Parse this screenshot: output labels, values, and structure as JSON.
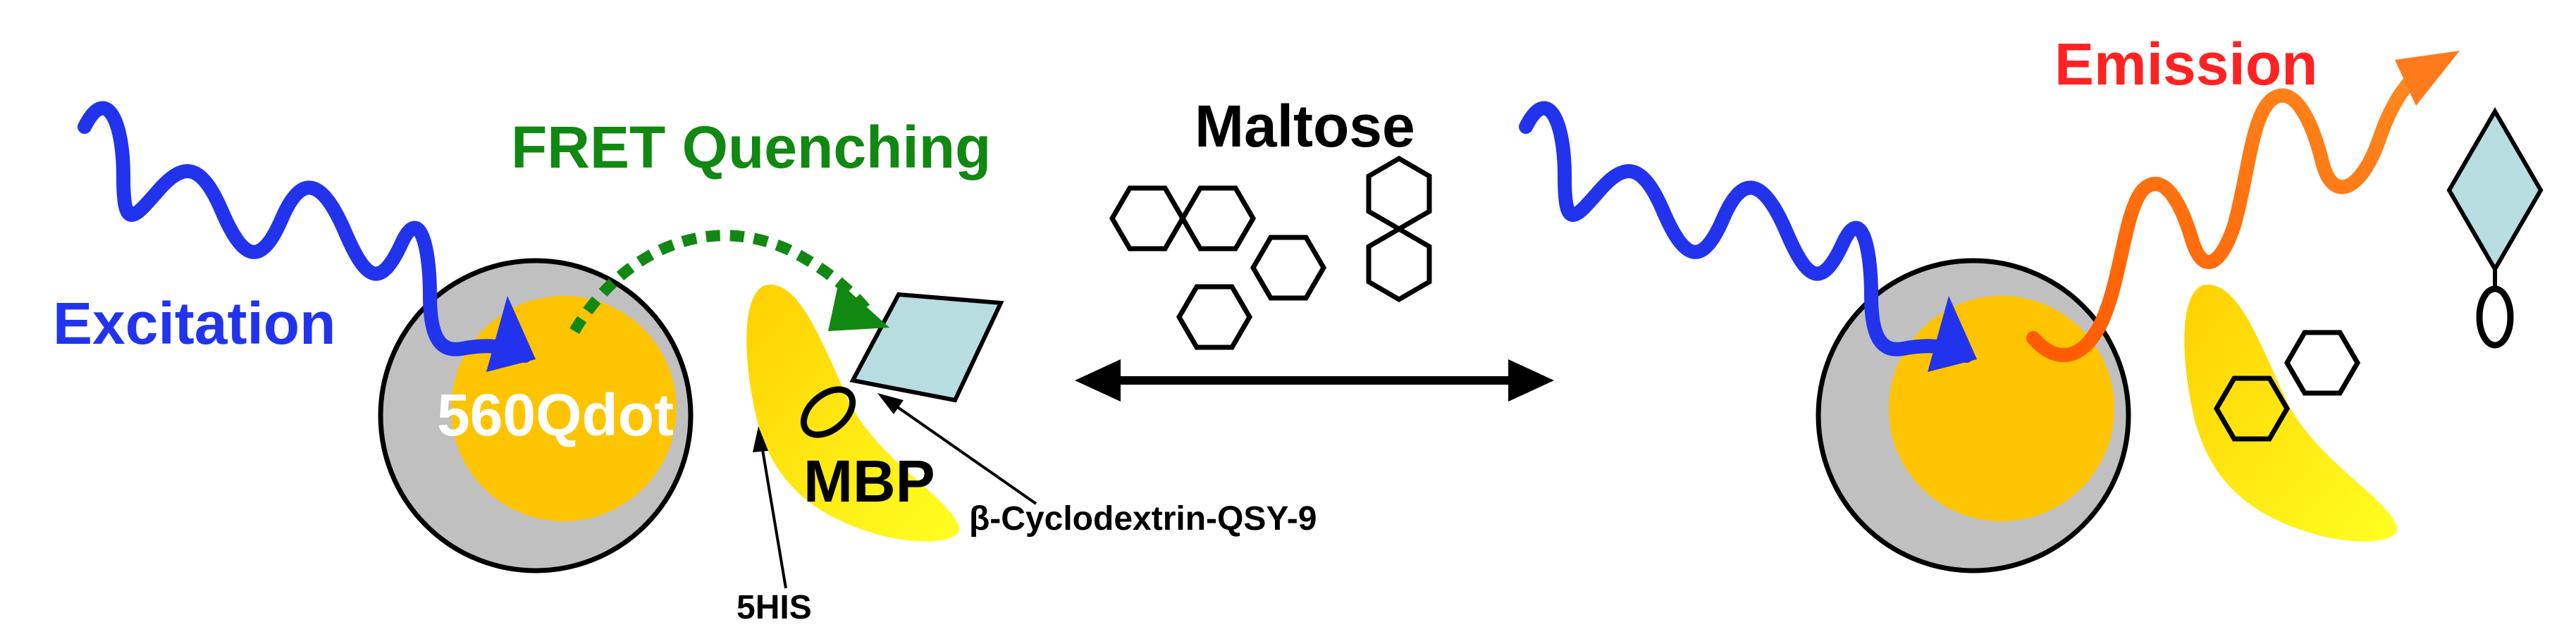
{
  "labels": {
    "excitation": "Excitation",
    "fret_quenching": "FRET Quenching",
    "qdot": "560Qdot",
    "mbp": "MBP",
    "cyclodextrin": "β-Cyclodextrin-QSY-9",
    "his": "5HIS",
    "maltose": "Maltose",
    "emission": "Emission"
  },
  "colors": {
    "excitation": "#2233ee",
    "fret": "#118811",
    "emission_text": "#ff2222",
    "emission_wave": "#ff6a10",
    "qdot_core": "#ffc400",
    "qdot_shell": "#c0c0c0",
    "mbp": "#ffe600",
    "quencher": "#b7dde0"
  },
  "icons": [
    "wave-arrow",
    "dotted-arrow",
    "double-headed-arrow",
    "maltose-hexagon-pair",
    "quencher-diamond",
    "cyclodextrin-ring"
  ]
}
